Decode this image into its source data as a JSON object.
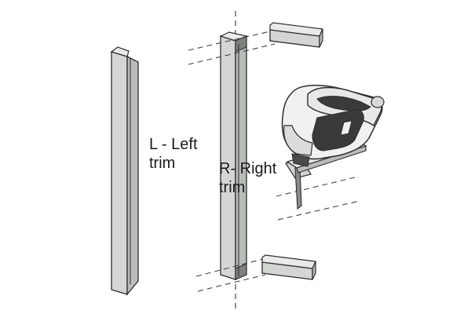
{
  "labels": {
    "left_trim": {
      "line1": "L - Left",
      "line2": "trim"
    },
    "right_trim": {
      "line1": "R- Right",
      "line2": "trim"
    }
  },
  "colors": {
    "background": "#ffffff",
    "part_face": "#d4d6d4",
    "part_side": "#b9bcb9",
    "part_top": "#e9eae9",
    "outline": "#2d2d2d",
    "guide_line": "#444444",
    "tool_body": "#f1f1f1",
    "tool_dark": "#3a3a3a"
  },
  "icons": {
    "tool": "jigsaw-icon"
  }
}
